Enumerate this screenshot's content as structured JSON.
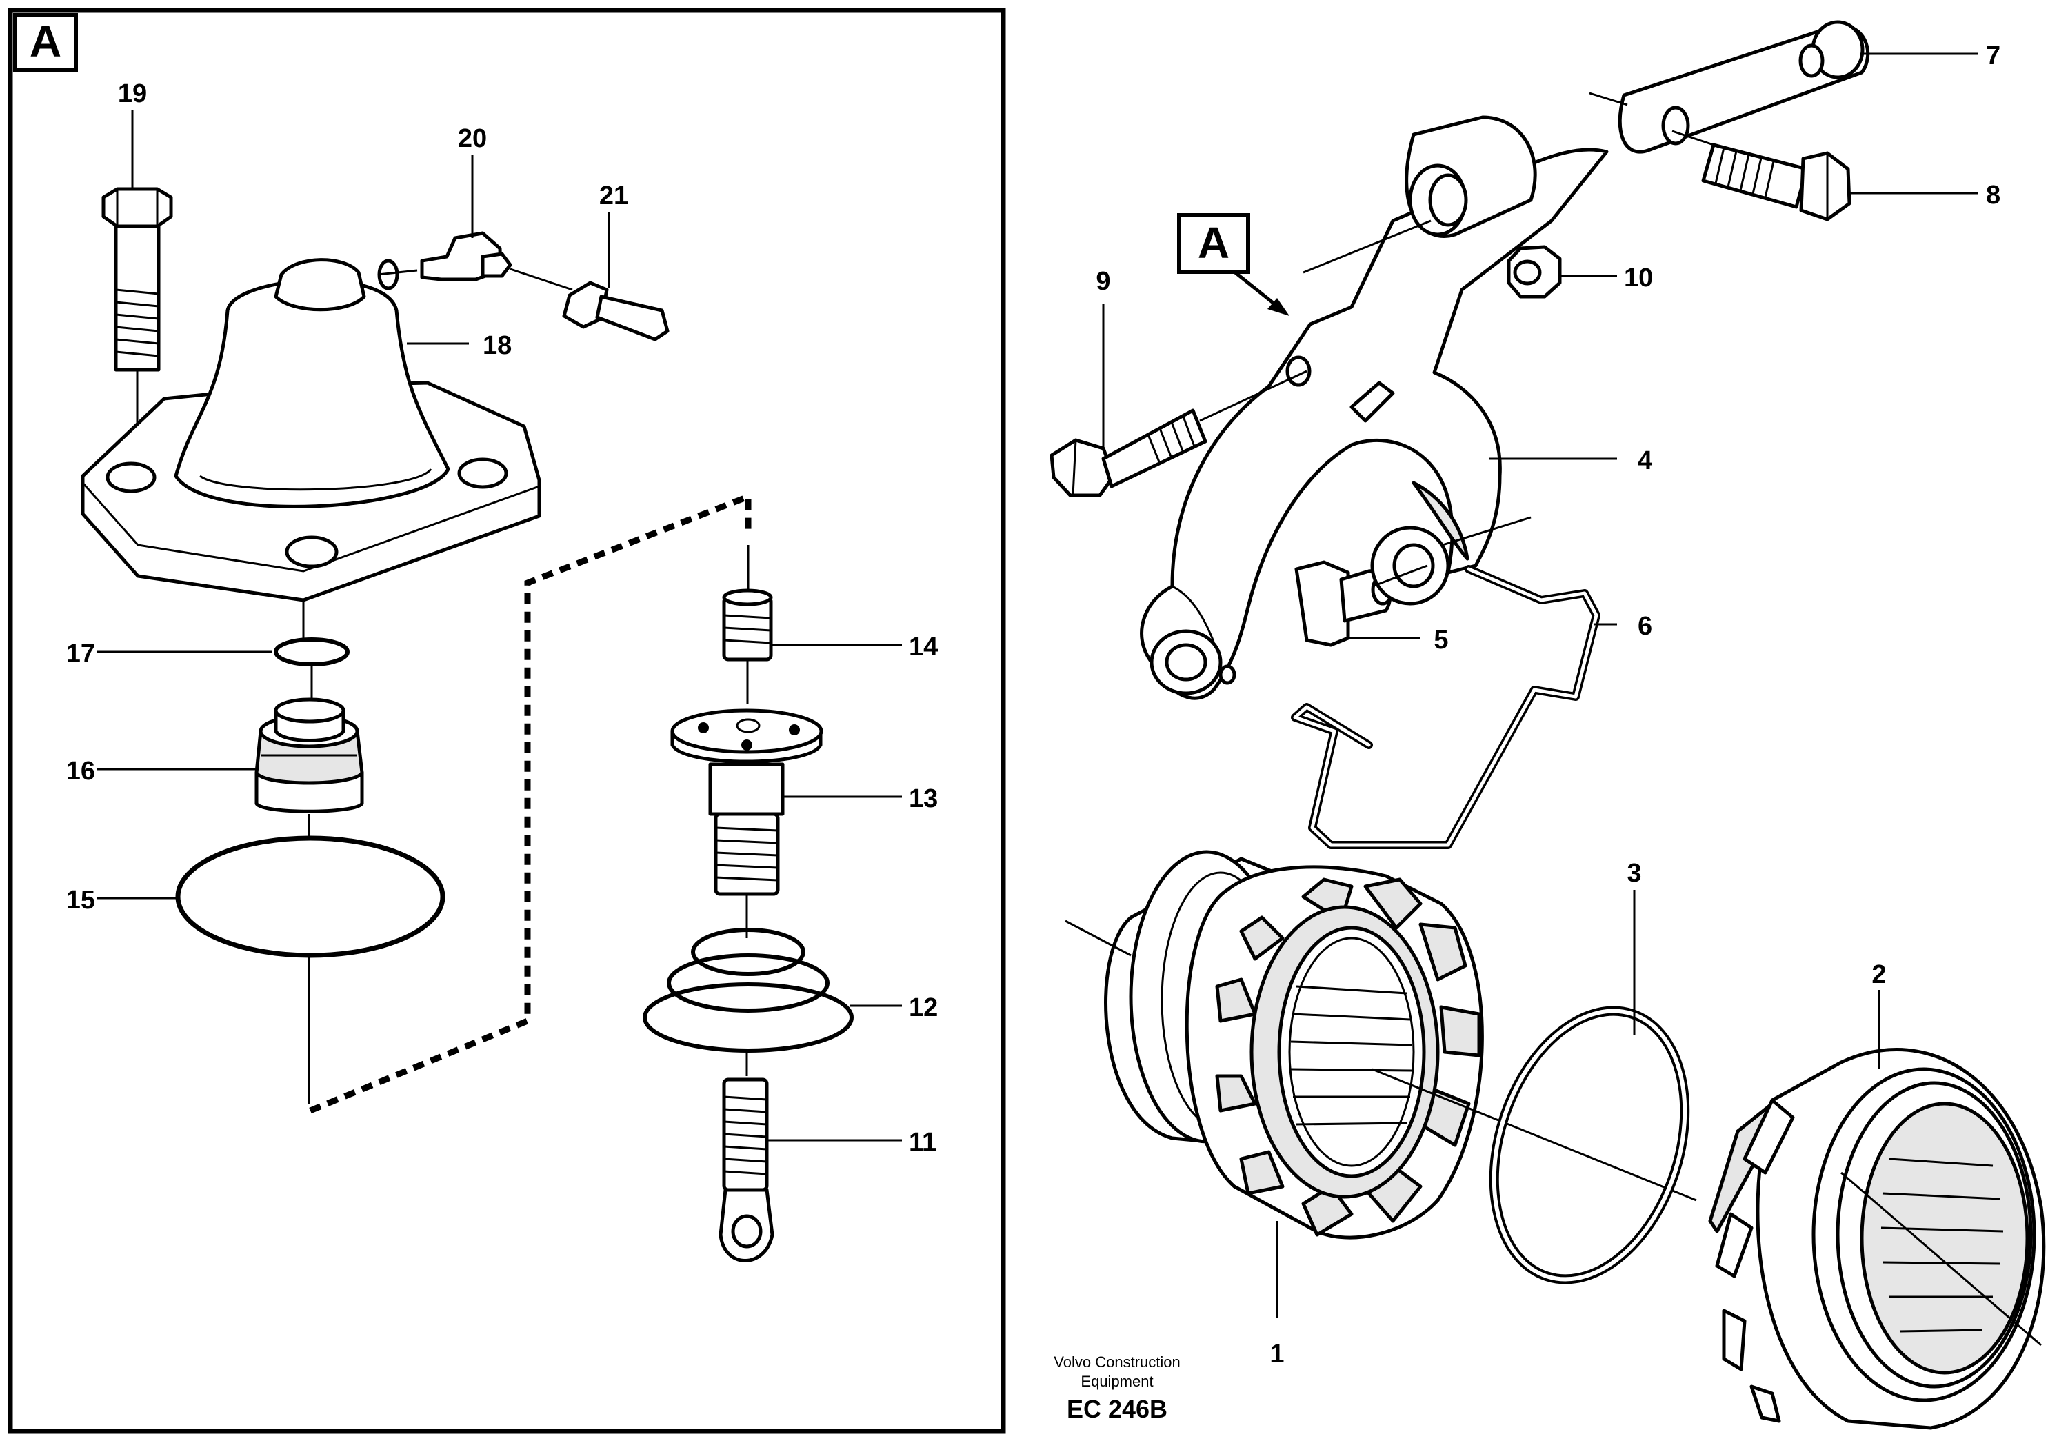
{
  "view_tag": "A",
  "part_numbers": [
    "1",
    "2",
    "3",
    "4",
    "5",
    "6",
    "7",
    "8",
    "9",
    "10",
    "11",
    "12",
    "13",
    "14",
    "15",
    "16",
    "17",
    "18",
    "19",
    "20",
    "21"
  ],
  "footer": {
    "company_line1": "Volvo Construction",
    "company_line2": "Equipment",
    "code": "EC 246B"
  }
}
